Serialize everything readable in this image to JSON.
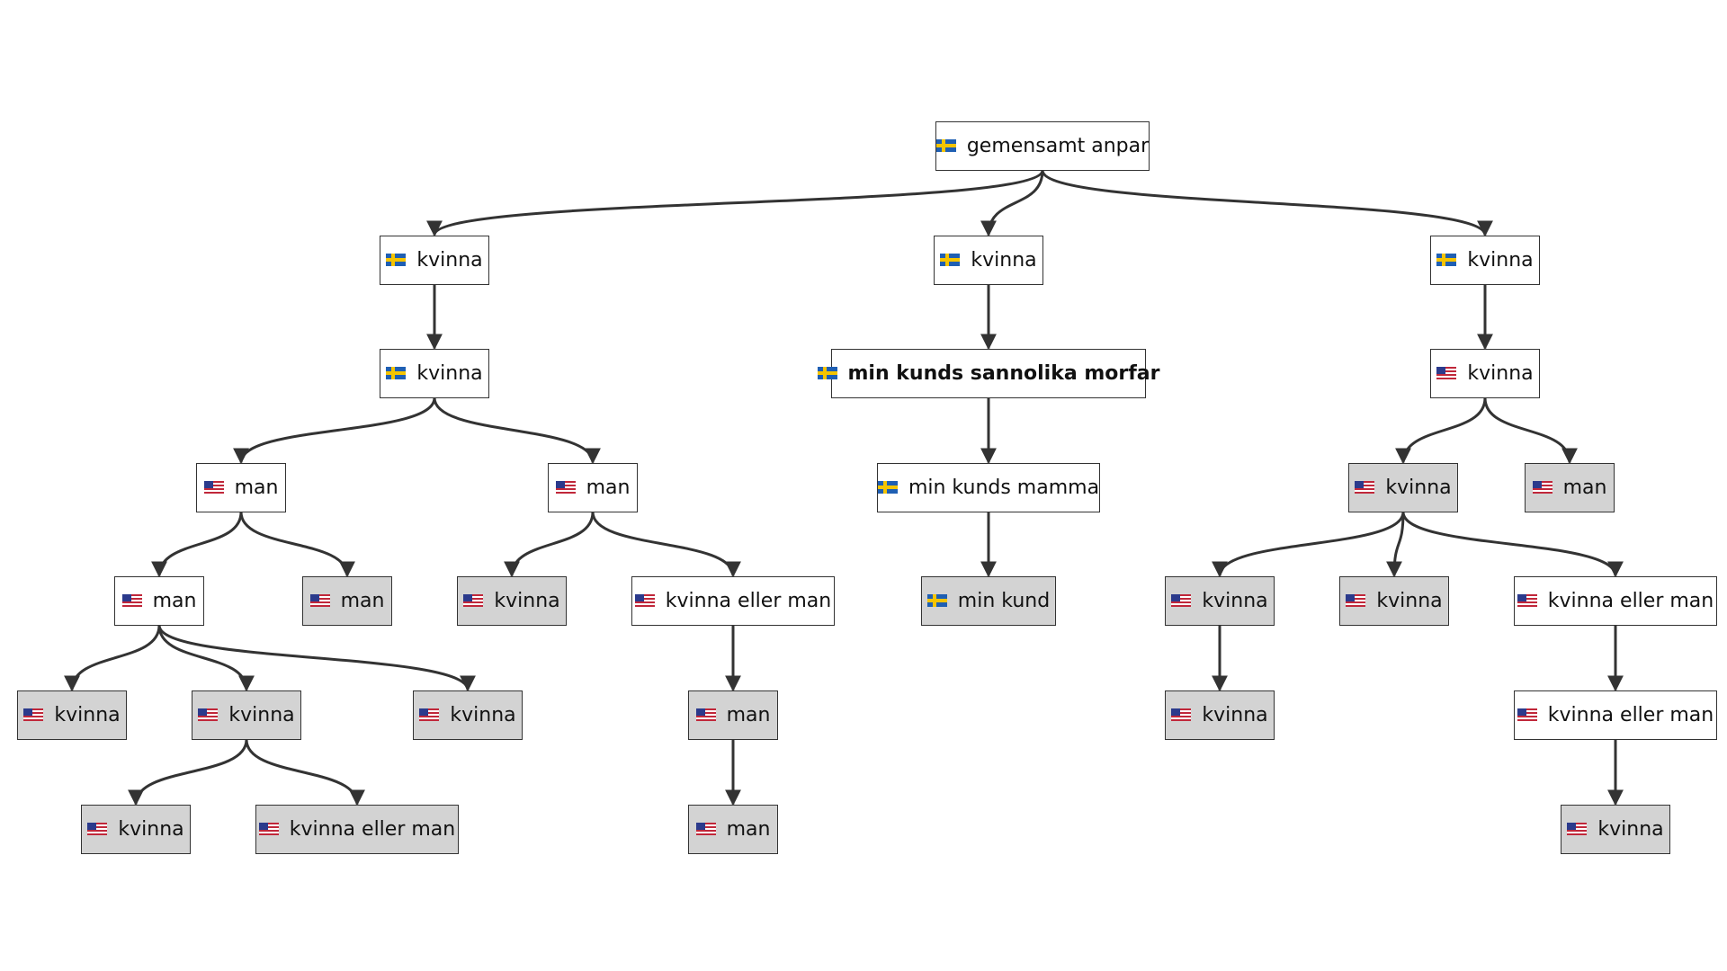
{
  "nodes": [
    {
      "id": "root",
      "flag": "se",
      "label": "gemensamt anpar",
      "gray": false,
      "bold": false
    },
    {
      "id": "A",
      "flag": "se",
      "label": "kvinna",
      "gray": false,
      "bold": false
    },
    {
      "id": "B",
      "flag": "se",
      "label": "kvinna",
      "gray": false,
      "bold": false
    },
    {
      "id": "C",
      "flag": "se",
      "label": "kvinna",
      "gray": false,
      "bold": false
    },
    {
      "id": "A1",
      "flag": "se",
      "label": "kvinna",
      "gray": false,
      "bold": false
    },
    {
      "id": "B1",
      "flag": "se",
      "label": "min kunds sannolika morfar",
      "gray": false,
      "bold": true
    },
    {
      "id": "C1",
      "flag": "us",
      "label": "kvinna",
      "gray": false,
      "bold": false
    },
    {
      "id": "A2",
      "flag": "us",
      "label": "man",
      "gray": false,
      "bold": false
    },
    {
      "id": "A3",
      "flag": "us",
      "label": "man",
      "gray": false,
      "bold": false
    },
    {
      "id": "B2",
      "flag": "se",
      "label": "min kunds mamma",
      "gray": false,
      "bold": false
    },
    {
      "id": "C2",
      "flag": "us",
      "label": "kvinna",
      "gray": true,
      "bold": false
    },
    {
      "id": "C3",
      "flag": "us",
      "label": "man",
      "gray": true,
      "bold": false
    },
    {
      "id": "A2a",
      "flag": "us",
      "label": "man",
      "gray": false,
      "bold": false
    },
    {
      "id": "A2b",
      "flag": "us",
      "label": "man",
      "gray": true,
      "bold": false
    },
    {
      "id": "A3a",
      "flag": "us",
      "label": "kvinna",
      "gray": true,
      "bold": false
    },
    {
      "id": "A3b",
      "flag": "us",
      "label": "kvinna eller man",
      "gray": false,
      "bold": false
    },
    {
      "id": "B3",
      "flag": "se",
      "label": "min kund",
      "gray": true,
      "bold": false
    },
    {
      "id": "C2a",
      "flag": "us",
      "label": "kvinna",
      "gray": true,
      "bold": false
    },
    {
      "id": "C2b",
      "flag": "us",
      "label": "kvinna",
      "gray": true,
      "bold": false
    },
    {
      "id": "C2c",
      "flag": "us",
      "label": "kvinna eller man",
      "gray": false,
      "bold": false
    },
    {
      "id": "A2a1",
      "flag": "us",
      "label": "kvinna",
      "gray": true,
      "bold": false
    },
    {
      "id": "A2a2",
      "flag": "us",
      "label": "kvinna",
      "gray": true,
      "bold": false
    },
    {
      "id": "A2a3",
      "flag": "us",
      "label": "kvinna",
      "gray": true,
      "bold": false
    },
    {
      "id": "A3b1",
      "flag": "us",
      "label": "man",
      "gray": true,
      "bold": false
    },
    {
      "id": "C2a1",
      "flag": "us",
      "label": "kvinna",
      "gray": true,
      "bold": false
    },
    {
      "id": "C2c1",
      "flag": "us",
      "label": "kvinna eller man",
      "gray": false,
      "bold": false
    },
    {
      "id": "A2a2a",
      "flag": "us",
      "label": "kvinna",
      "gray": true,
      "bold": false
    },
    {
      "id": "A2a2b",
      "flag": "us",
      "label": "kvinna eller man",
      "gray": true,
      "bold": false
    },
    {
      "id": "A3b1a",
      "flag": "us",
      "label": "man",
      "gray": true,
      "bold": false
    },
    {
      "id": "C2c1a",
      "flag": "us",
      "label": "kvinna",
      "gray": true,
      "bold": false
    }
  ],
  "edges": [
    [
      "root",
      "A"
    ],
    [
      "root",
      "B"
    ],
    [
      "root",
      "C"
    ],
    [
      "A",
      "A1"
    ],
    [
      "B",
      "B1"
    ],
    [
      "C",
      "C1"
    ],
    [
      "A1",
      "A2"
    ],
    [
      "A1",
      "A3"
    ],
    [
      "B1",
      "B2"
    ],
    [
      "C1",
      "C2"
    ],
    [
      "C1",
      "C3"
    ],
    [
      "A2",
      "A2a"
    ],
    [
      "A2",
      "A2b"
    ],
    [
      "A3",
      "A3a"
    ],
    [
      "A3",
      "A3b"
    ],
    [
      "B2",
      "B3"
    ],
    [
      "C2",
      "C2a"
    ],
    [
      "C2",
      "C2b"
    ],
    [
      "C2",
      "C2c"
    ],
    [
      "A2a",
      "A2a1"
    ],
    [
      "A2a",
      "A2a2"
    ],
    [
      "A2a",
      "A2a3"
    ],
    [
      "A3b",
      "A3b1"
    ],
    [
      "C2a",
      "C2a1"
    ],
    [
      "C2c",
      "C2c1"
    ],
    [
      "A2a2",
      "A2a2a"
    ],
    [
      "A2a2",
      "A2a2b"
    ],
    [
      "A3b1",
      "A3b1a"
    ],
    [
      "C2c1",
      "C2c1a"
    ]
  ]
}
